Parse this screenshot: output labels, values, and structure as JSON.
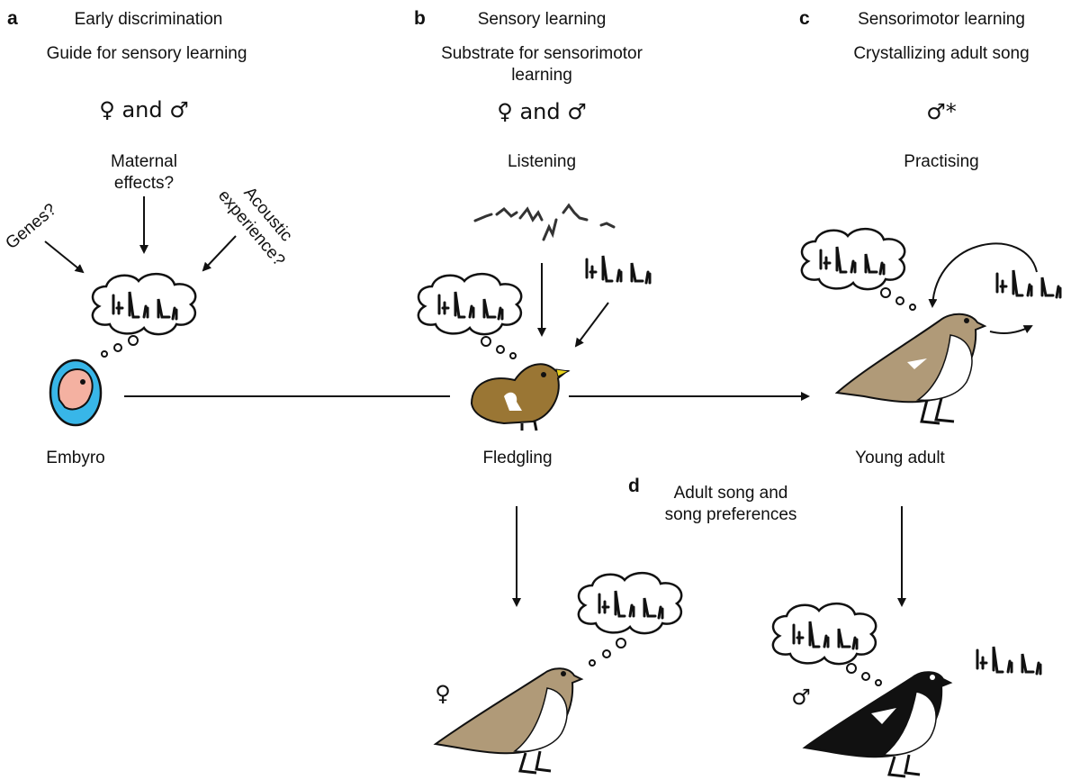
{
  "panels": {
    "a": {
      "letter": "a",
      "title": "Early discrimination",
      "subtitle": "Guide for sensory learning",
      "sex": "♀ and ♂",
      "influence_maternal": "Maternal\neffects?",
      "influence_genes": "Genes?",
      "influence_acoustic": "Acoustic\nexperience?",
      "stage_label": "Embyro"
    },
    "b": {
      "letter": "b",
      "title": "Sensory learning",
      "subtitle": "Substrate for sensorimotor\nlearning",
      "sex": "♀ and ♂",
      "activity": "Listening",
      "stage_label": "Fledgling"
    },
    "c": {
      "letter": "c",
      "title": "Sensorimotor learning",
      "subtitle": "Crystallizing adult song",
      "sex": "♂*",
      "activity": "Practising",
      "stage_label": "Young adult"
    },
    "d": {
      "letter": "d",
      "title": "Adult song and\nsong preferences",
      "female_symbol": "♀",
      "male_symbol": "♂"
    }
  },
  "colors": {
    "female_brown": "#b09a78",
    "fledgling_brown": "#9a7634",
    "embryo_blue": "#38b6e8",
    "embryo_pink": "#f4b1a1",
    "male_black": "#111111"
  }
}
